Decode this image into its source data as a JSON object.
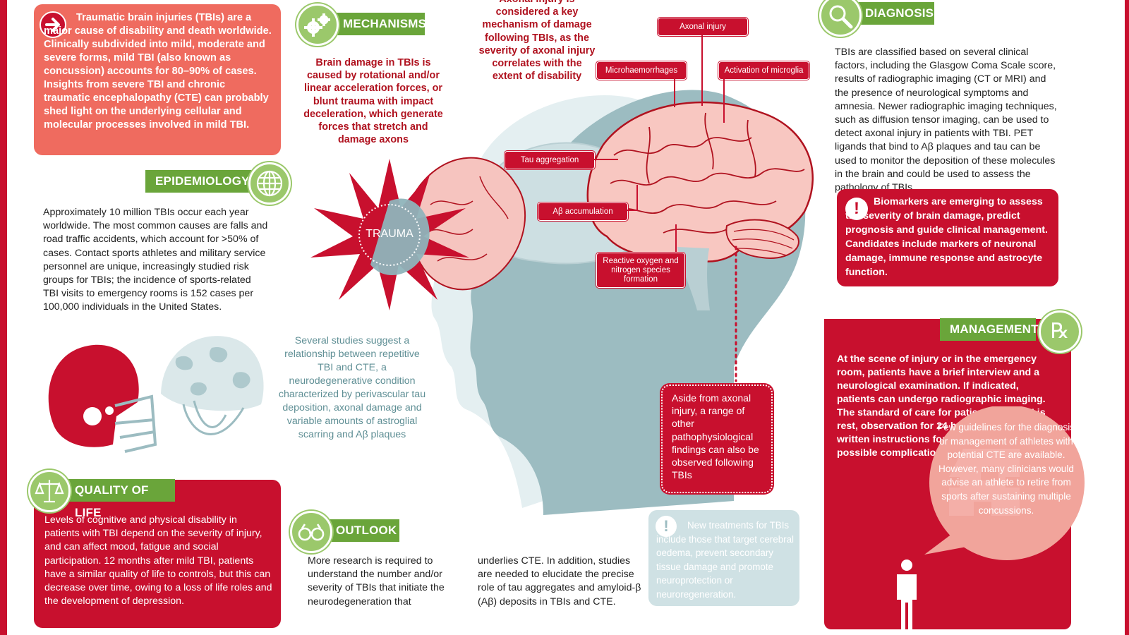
{
  "intro": {
    "text": "Traumatic brain injuries (TBIs) are a major cause of disability and death worldwide. Clinically subdivided into mild, moderate and severe forms, mild TBI (also known as concussion) accounts for 80–90% of cases. Insights from severe TBI and chronic traumatic encephalopathy (CTE) can probably shed light on the underlying cellular and molecular processes involved in mild TBI.",
    "icon": "arrow-right-icon"
  },
  "epidemiology": {
    "title": "EPIDEMIOLOGY",
    "icon": "globe-icon",
    "text": "Approximately 10 million TBIs occur each year worldwide. The most common causes are falls and road traffic accidents, which account for >50% of cases. Contact sports athletes and military service personnel are unique, increasingly studied risk groups for TBIs; the incidence of sports-related TBI visits to emergency rooms is 152 cases per 100,000 individuals in the United States."
  },
  "quality_of_life": {
    "title": "QUALITY OF LIFE",
    "icon": "scales-icon",
    "text": "Levels of cognitive and physical disability in patients with TBI depend on the severity of injury, and can affect mood, fatigue and social participation. 12 months after mild TBI, patients have a similar quality of life to controls, but this can decrease over time, owing to a loss of life roles and the development of depression."
  },
  "mechanisms": {
    "title": "MECHANISMS",
    "icon": "gears-icon",
    "text": "Brain damage in TBIs is caused by rotational and/or linear acceleration forces, or blunt trauma with impact deceleration, which generate forces that stretch and damage axons"
  },
  "axonal_note": "Axonal injury is considered a key mechanism of damage following TBIs, as the severity of axonal injury correlates with the extent of disability",
  "trauma_label": "TRAUMA",
  "cte_note": "Several studies suggest a relationship between repetitive TBI and CTE, a neurodegenerative condition characterized by perivascular tau deposition, axonal damage and variable amounts of astroglial scarring and Aβ plaques",
  "brain_labels": {
    "axonal_injury": "Axonal injury",
    "microhaemorrhages": "Microhaemorrhages",
    "microglia": "Activation of microglia",
    "tau": "Tau aggregation",
    "abeta": "Aβ accumulation",
    "ros": "Reactive oxygen and nitrogen species formation"
  },
  "other_findings": "Aside from axonal injury, a range of other pathophysiological findings can also be observed following TBIs",
  "outlook": {
    "title": "OUTLOOK",
    "icon": "binoculars-icon",
    "text1": "More research is required to understand the number and/or severity of TBIs that initiate the neurodegeneration that",
    "text2": "underlies CTE. In addition, studies are needed to elucidate the precise role of tau aggregates and amyloid-β (Aβ) deposits in TBIs and CTE."
  },
  "new_treatments": "New treatments for TBIs include those that target cerebral oedema, prevent secondary tissue damage and promote neuroprotection or neuroregeneration.",
  "diagnosis": {
    "title": "DIAGNOSIS",
    "icon": "magnifier-icon",
    "text": "TBIs are classified based on several clinical factors, including the Glasgow Coma Scale score, results of radiographic imaging (CT or MRI) and the presence of neurological symptoms and amnesia. Newer radiographic imaging techniques, such as diffusion tensor imaging, can be used to detect axonal injury in patients with TBI. PET ligands that bind to Aβ plaques and tau can be used to monitor the deposition of these molecules in the brain and could be used to assess the pathology of TBIs."
  },
  "biomarkers": "Biomarkers are emerging to assess the severity of brain damage, predict prognosis and guide clinical management. Candidates include markers of neuronal damage, immune response and astrocyte function.",
  "management": {
    "title": "MANAGEMENT",
    "icon": "rx-icon",
    "text": "At the scene of injury or in the emergency room, patients have a brief interview and a neurological examination. If indicated, patients can undergo radiographic imaging. The standard of care for patients with TBI is rest, observation for 24 hours and verbal and written instructions for identifying the possible complications of TBIs.",
    "bubble": "Few guidelines for the diagnosis or management of athletes with potential CTE are available. However, many clinicians would advise an athlete to retire from sports after sustaining multiple concussions."
  },
  "colors": {
    "red": "#c8102e",
    "salmon": "#ef6b5f",
    "green": "#6aa53a",
    "teal": "#9cbcc1"
  }
}
